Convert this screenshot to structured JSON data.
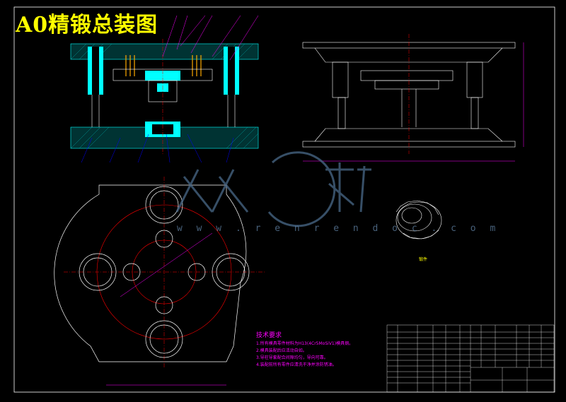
{
  "drawing": {
    "title": "A0精锻总装图",
    "watermark_cn": "人人文库",
    "watermark_url": "w w w . r e n r e n d o c . c o m",
    "part_label": "锻件",
    "colors": {
      "background": "#000000",
      "outline": "#ffffff",
      "centerline": "#ff0000",
      "dimension": "#ff00ff",
      "highlight": "#00ffff",
      "spring": "#ffaa00",
      "title": "#ffff00",
      "hatch": "#00ffff",
      "leader": "#0000ff"
    }
  },
  "tech_req": {
    "heading": "技术要求",
    "items": [
      "1.所有模具零件材料为H13(4Cr5MoSiV1)模具钢。",
      "2.模具装配后应活动自如。",
      "3.导柱导套配合间隙均匀，导向可靠。",
      "4.装配前所有零件应清洗干净并涂防锈油。"
    ]
  }
}
